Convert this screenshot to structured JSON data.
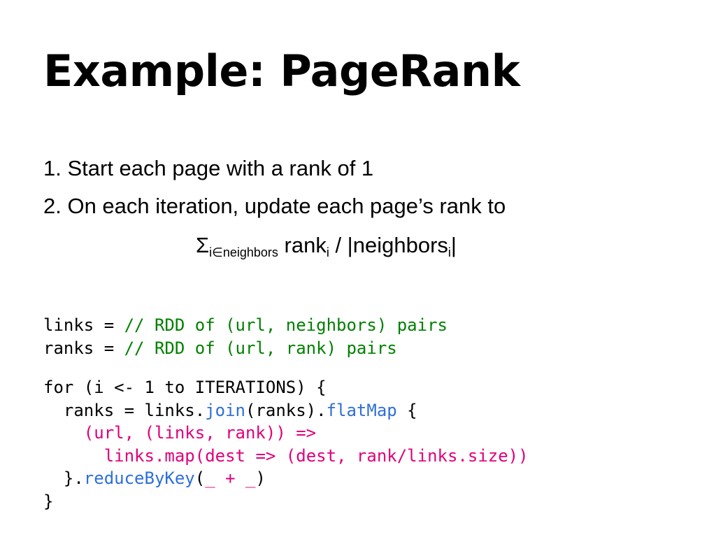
{
  "title": "Example: PageRank",
  "steps": [
    "1. Start each page with a rank of 1",
    "2. On each iteration, update each page’s rank to"
  ],
  "formula": {
    "sigma": "Σ",
    "sigma_sub": "i∈neighbors",
    "rank": " rank",
    "rank_sub": "i",
    "middle": " / |neighbors",
    "neighbors_sub": "i",
    "end": "|"
  },
  "code_decl": {
    "links_prefix": "links = ",
    "links_comment": "// RDD of (url, neighbors) pairs",
    "ranks_prefix": "ranks = ",
    "ranks_comment": "// RDD of (url, rank) pairs"
  },
  "code_loop": {
    "for_line": "for (i <- 1 to ITERATIONS) {",
    "ranks_assign": "  ranks = links.",
    "join": "join",
    "ranks_arg": "(ranks).",
    "flatmap": "flatMap",
    "open_brace": " {",
    "lambda_indent": "    ",
    "lambda": "(url, (links, rank)) =>",
    "map_indent": "      ",
    "map_line": "links.map(dest => (dest, rank/links.size))",
    "close_prefix": "  }.",
    "reduce": "reduceByKey",
    "reduce_open": "(",
    "reduce_args": "_ + _",
    "reduce_close": ")",
    "final_brace": "}"
  },
  "colors": {
    "comment": "#008000",
    "method": "#2f6fd6",
    "lambda": "#e0007a"
  }
}
